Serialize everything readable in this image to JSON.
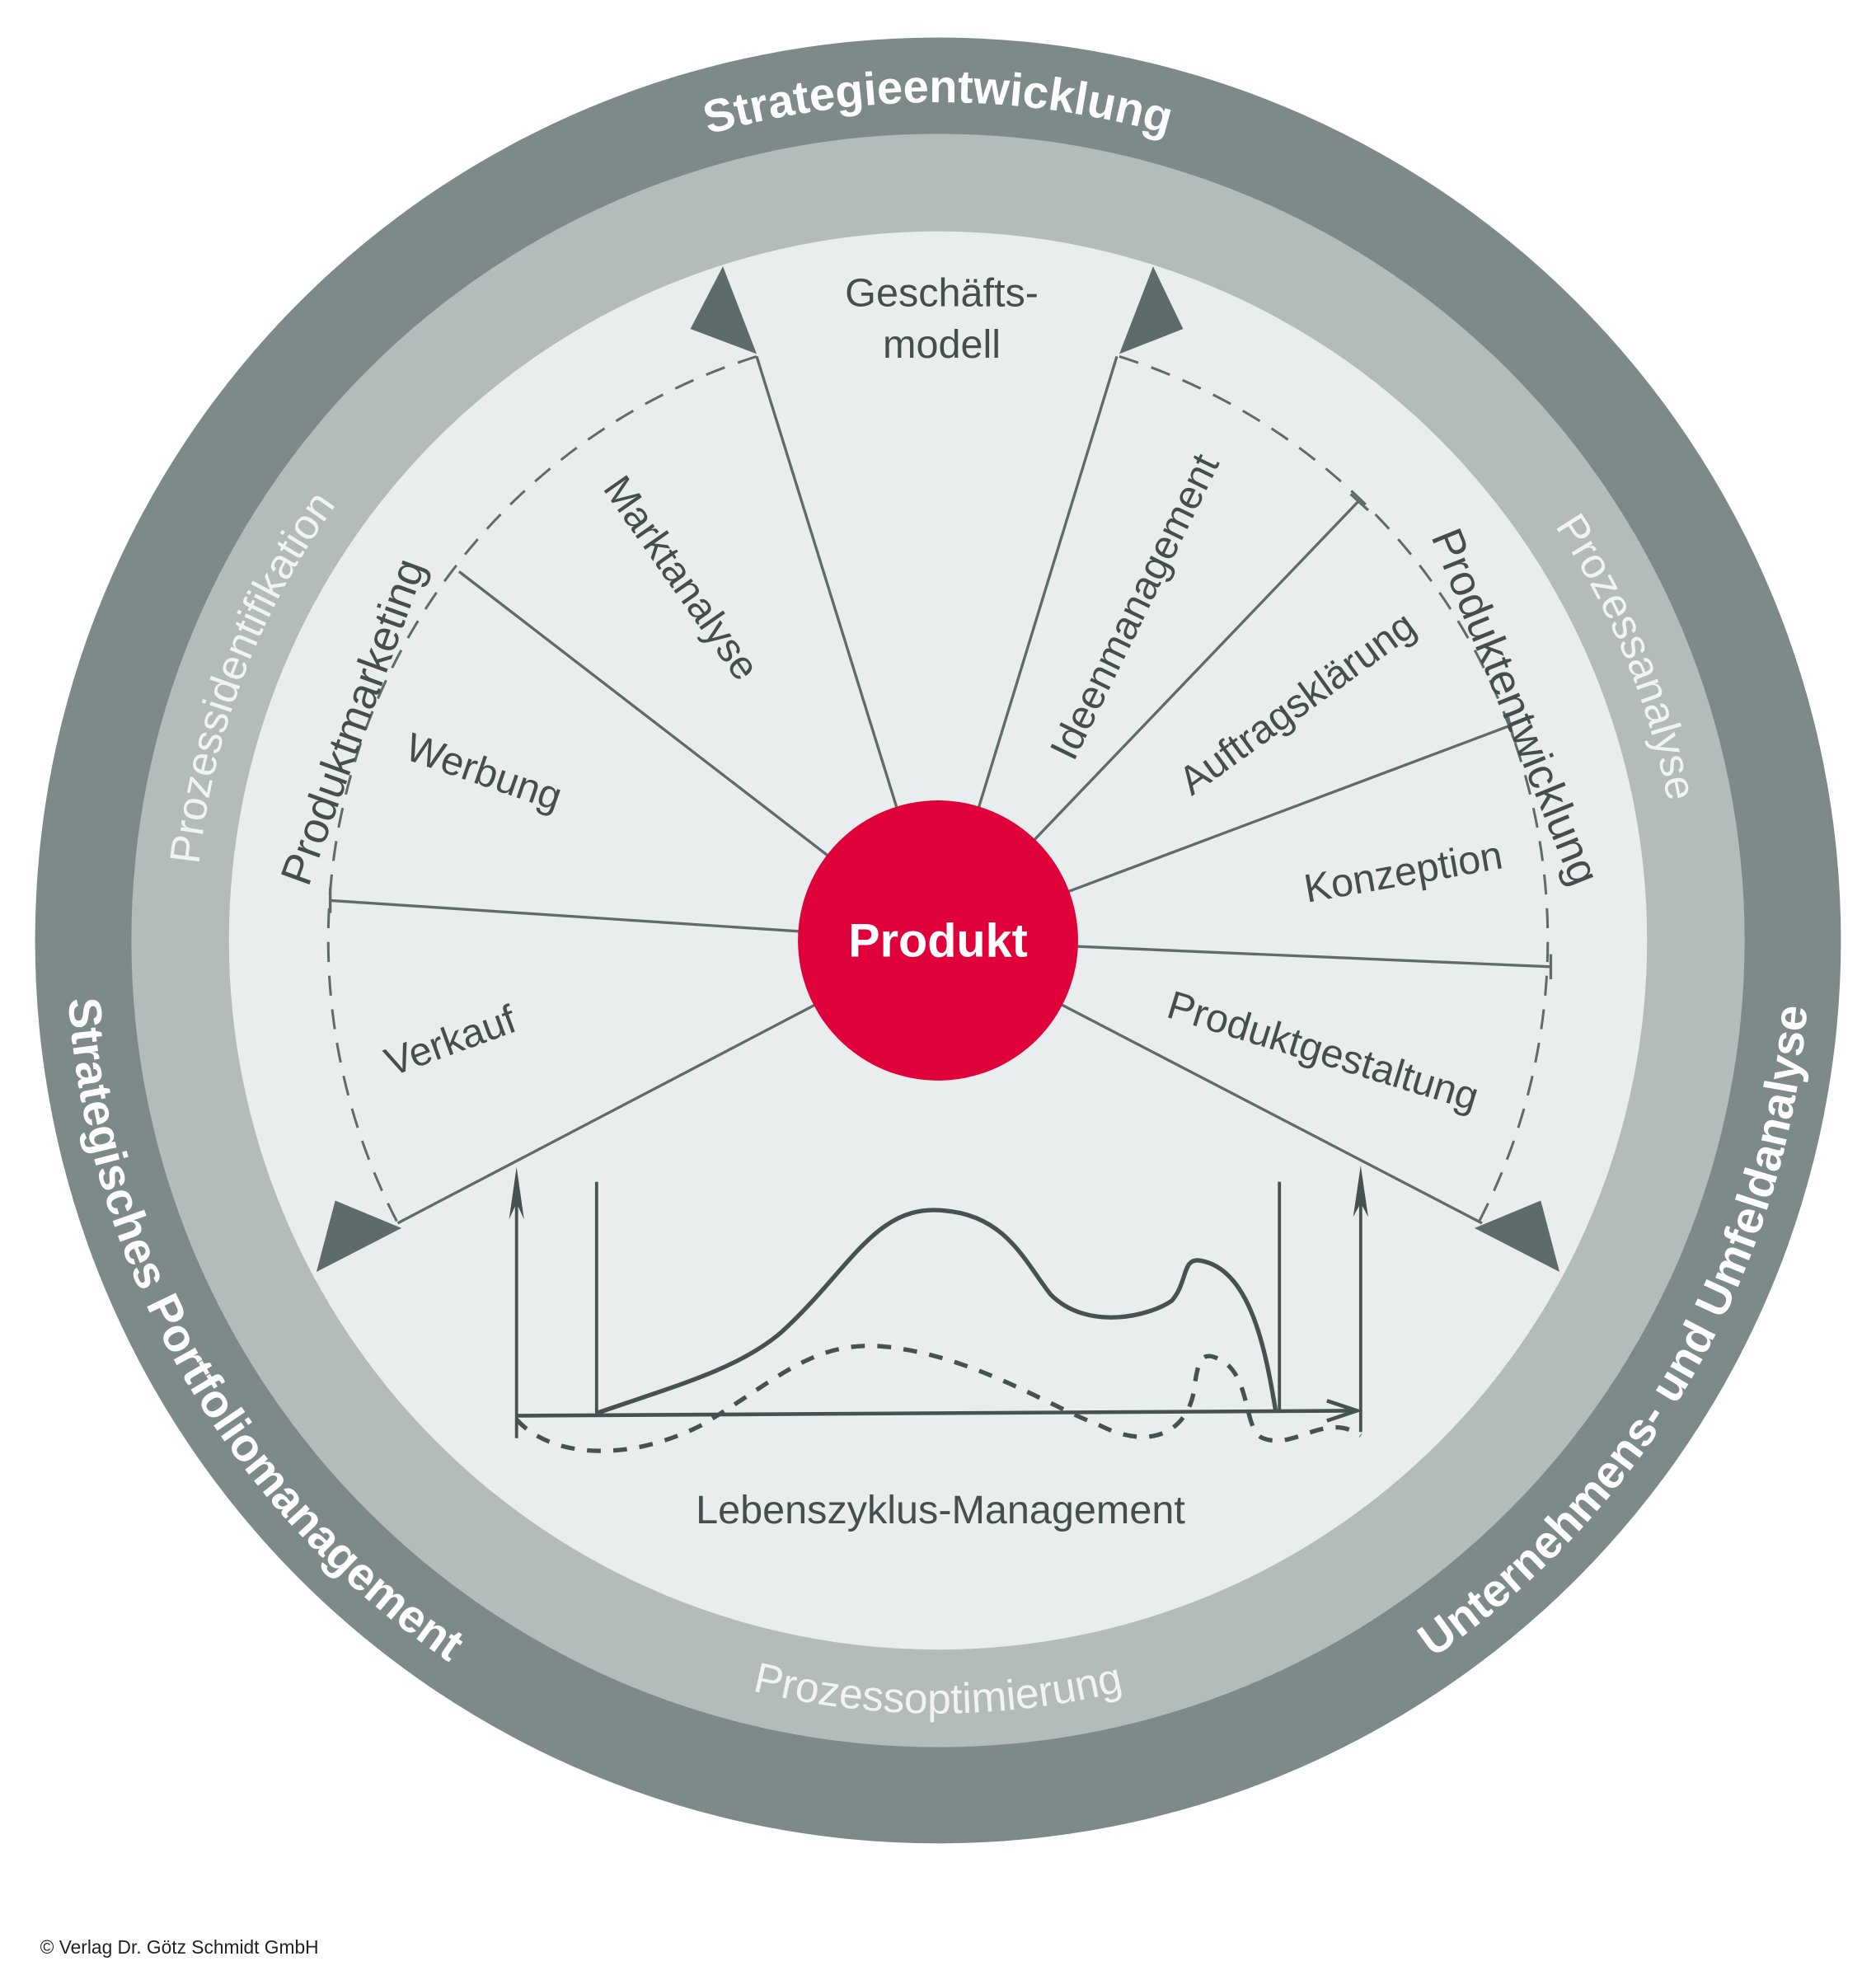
{
  "outer_ring": {
    "top": "Strategieentwicklung",
    "left": "Strategisches Portfoliomanagement",
    "right": "Unternehmens- und Umfeldanalyse"
  },
  "middle_ring": {
    "left": "Prozessidentifikation",
    "right": "Prozessanalyse",
    "bottom": "Prozessoptimierung"
  },
  "center": "Produkt",
  "segments": {
    "left_group": "Produktmarketing",
    "right_group": "Produktentwicklung",
    "geschaeft_line1": "Geschäfts-",
    "geschaeft_line2": "modell",
    "marktanalyse": "Marktanalyse",
    "ideenmanagement": "Ideenmanagement",
    "auftragsklaerung": "Auftragsklärung",
    "konzeption": "Konzeption",
    "produktgestaltung": "Produktgestaltung",
    "werbung": "Werbung",
    "verkauf": "Verkauf",
    "lifecycle": "Lebenszyklus-Management"
  },
  "colors": {
    "outer_ring": "#7e8989",
    "middle_ring": "#b3bbbb",
    "inner": "#e9eded",
    "accent": "#e0003a"
  },
  "copyright": "© Verlag Dr. Götz Schmidt GmbH"
}
